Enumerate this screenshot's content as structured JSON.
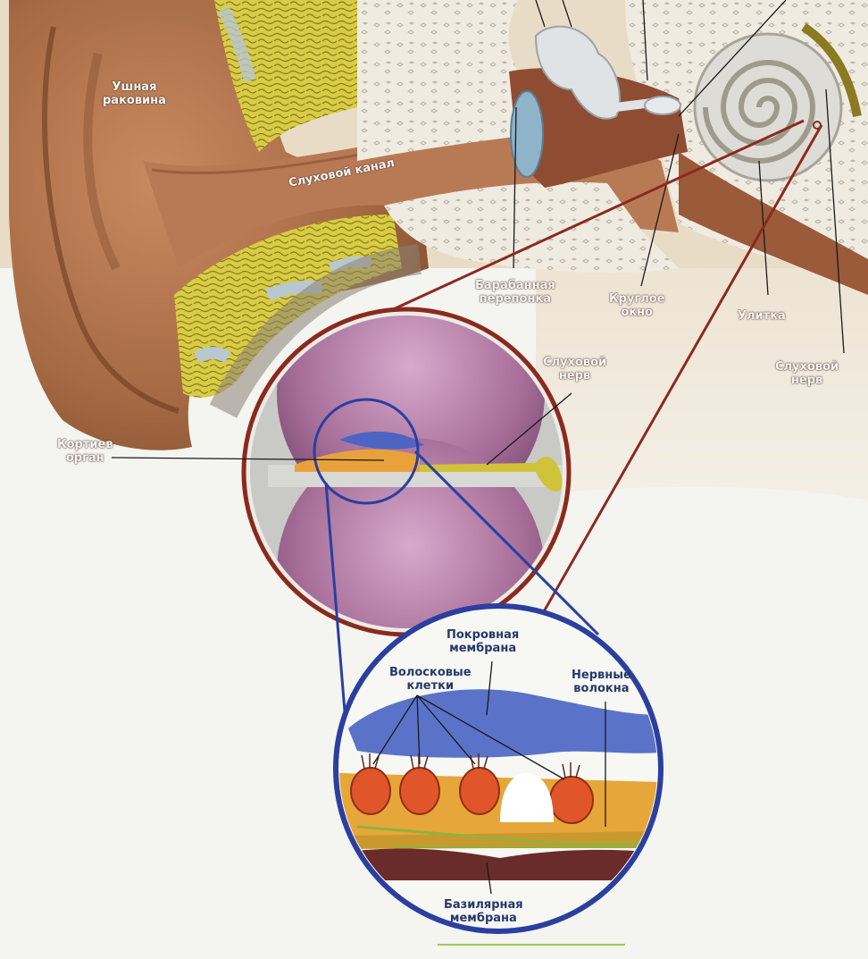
{
  "labels": {
    "auricle": [
      "Ушная",
      "раковина"
    ],
    "ear_canal": "Слуховой канал",
    "eardrum": [
      "Барабанная",
      "перепонка"
    ],
    "round_window": [
      "Круглое",
      "окно"
    ],
    "cochlea": "Улитка",
    "auditory_nerve_outer": [
      "Слуховой",
      "нерв"
    ],
    "auditory_nerve_middle": [
      "Слуховой",
      "нерв"
    ],
    "organ_of_corti": [
      "Кортиев",
      "орган"
    ],
    "tectorial_membrane": [
      "Покровная",
      "мембрана"
    ],
    "hair_cells": [
      "Волосковые",
      "клетки"
    ],
    "nerve_fibers": [
      "Нервные",
      "волокна"
    ],
    "basilar_membrane": [
      "Базилярная",
      "мембрана"
    ]
  },
  "colors": {
    "skin": "#a0623f",
    "bone": "#eeeadf",
    "yellow_tissue": "#dcd14a",
    "tectorial": "#5a73c8",
    "hair_cell": "#e0552a",
    "ring_red": "#8a2a1e",
    "ring_blue": "#2a3f9e"
  }
}
